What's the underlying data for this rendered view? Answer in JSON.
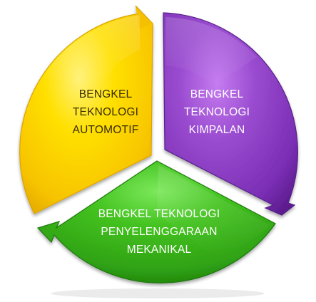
{
  "diagram": {
    "segments": [
      {
        "id": "automotif",
        "lines": [
          "BENGKEL",
          "TEKNOLOGI",
          "AUTOMOTIF"
        ],
        "color": "#FFCC00"
      },
      {
        "id": "kimpalan",
        "lines": [
          "BENGKEL",
          "TEKNOLOGI",
          "KIMPALAN"
        ],
        "color": "#7030A0"
      },
      {
        "id": "mekanikal",
        "lines": [
          "BENGKEL TEKNOLOGI",
          "PENYELENGGARAAN",
          "MEKANIKAL"
        ],
        "color": "#2EA316"
      }
    ]
  }
}
